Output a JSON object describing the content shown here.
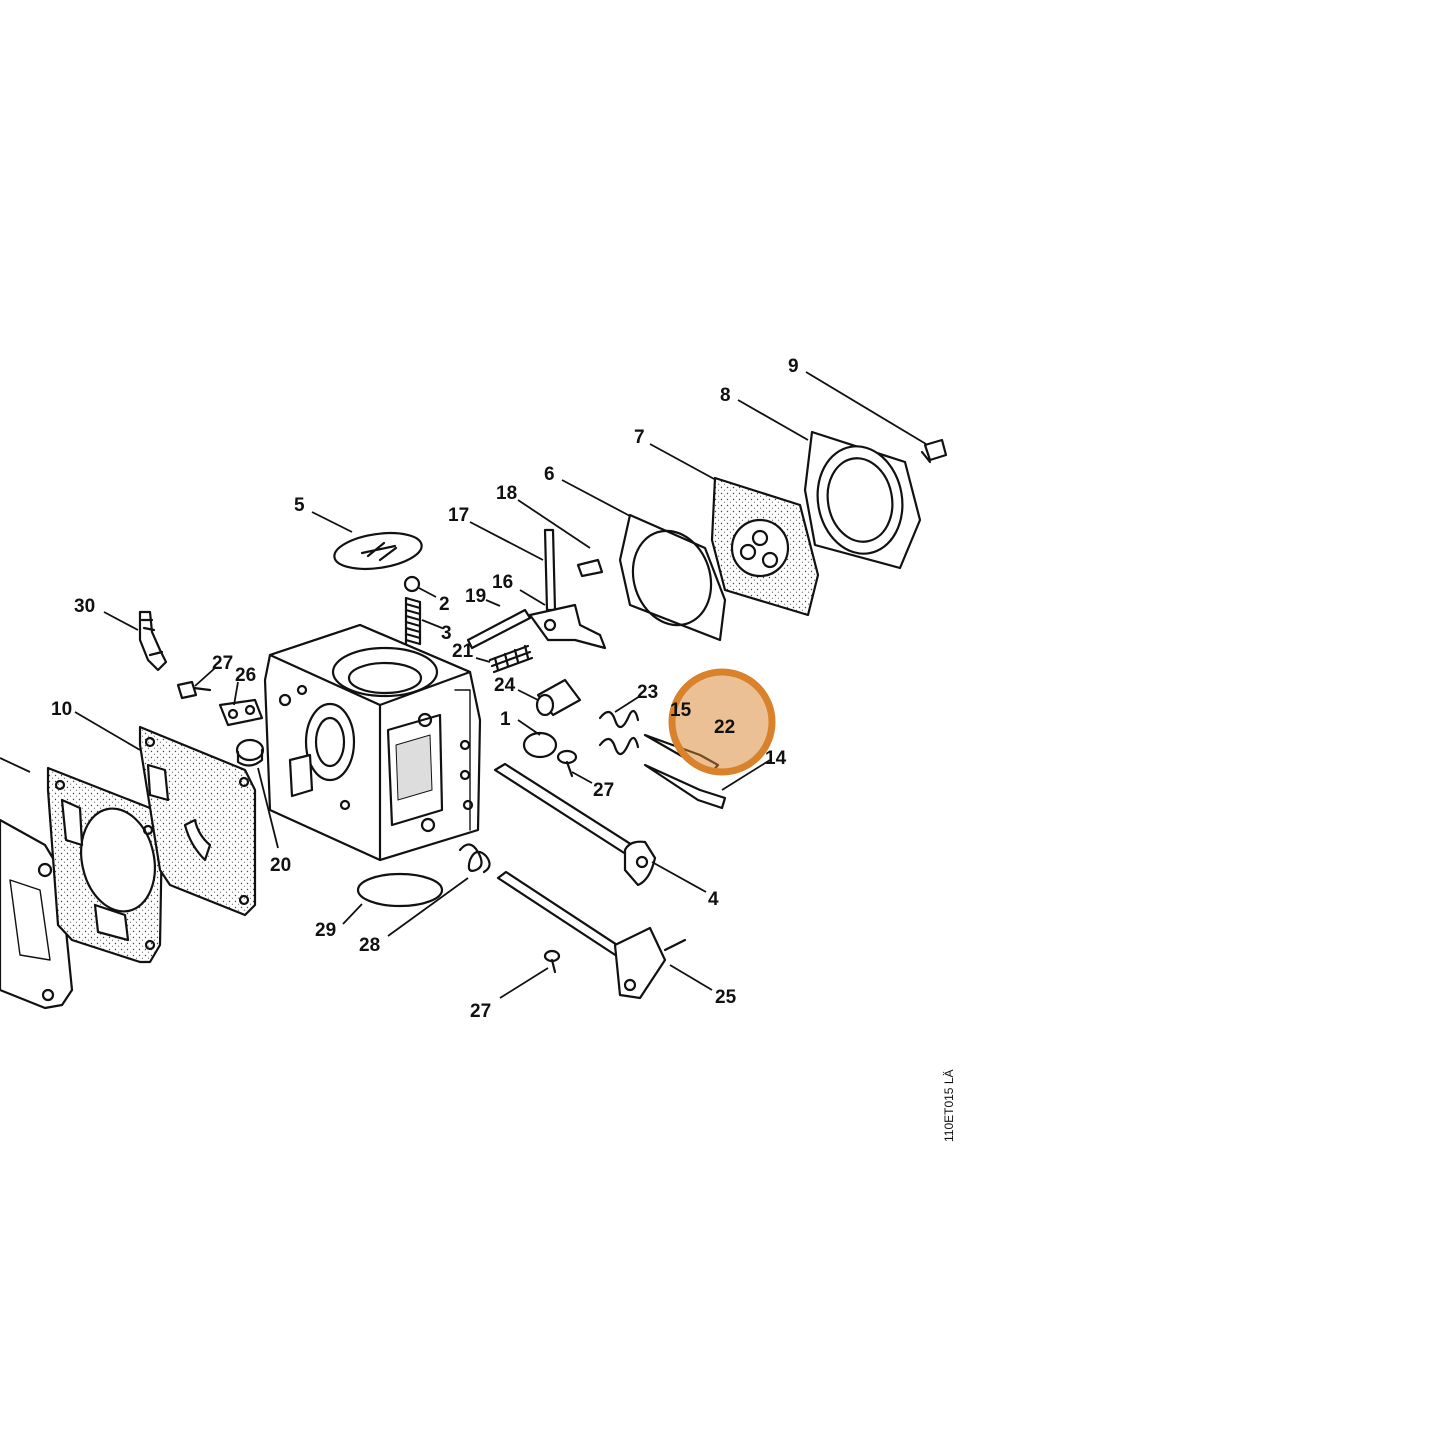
{
  "diagram": {
    "drawing_code": "110ET015 LÄ",
    "highlight": {
      "label": "22",
      "color": "#d9822b"
    },
    "callouts": [
      {
        "id": "1",
        "text": "1"
      },
      {
        "id": "2",
        "text": "2"
      },
      {
        "id": "3",
        "text": "3"
      },
      {
        "id": "4",
        "text": "4"
      },
      {
        "id": "5",
        "text": "5"
      },
      {
        "id": "6",
        "text": "6"
      },
      {
        "id": "7",
        "text": "7"
      },
      {
        "id": "8",
        "text": "8"
      },
      {
        "id": "9",
        "text": "9"
      },
      {
        "id": "10",
        "text": "10"
      },
      {
        "id": "14",
        "text": "14"
      },
      {
        "id": "15",
        "text": "15"
      },
      {
        "id": "16",
        "text": "16"
      },
      {
        "id": "17",
        "text": "17"
      },
      {
        "id": "18",
        "text": "18"
      },
      {
        "id": "19",
        "text": "19"
      },
      {
        "id": "20",
        "text": "20"
      },
      {
        "id": "21",
        "text": "21"
      },
      {
        "id": "22",
        "text": "22"
      },
      {
        "id": "23",
        "text": "23"
      },
      {
        "id": "24",
        "text": "24"
      },
      {
        "id": "25",
        "text": "25"
      },
      {
        "id": "26",
        "text": "26"
      },
      {
        "id": "27a",
        "text": "27"
      },
      {
        "id": "27b",
        "text": "27"
      },
      {
        "id": "27c",
        "text": "27"
      },
      {
        "id": "28",
        "text": "28"
      },
      {
        "id": "29",
        "text": "29"
      },
      {
        "id": "30",
        "text": "30"
      }
    ]
  }
}
